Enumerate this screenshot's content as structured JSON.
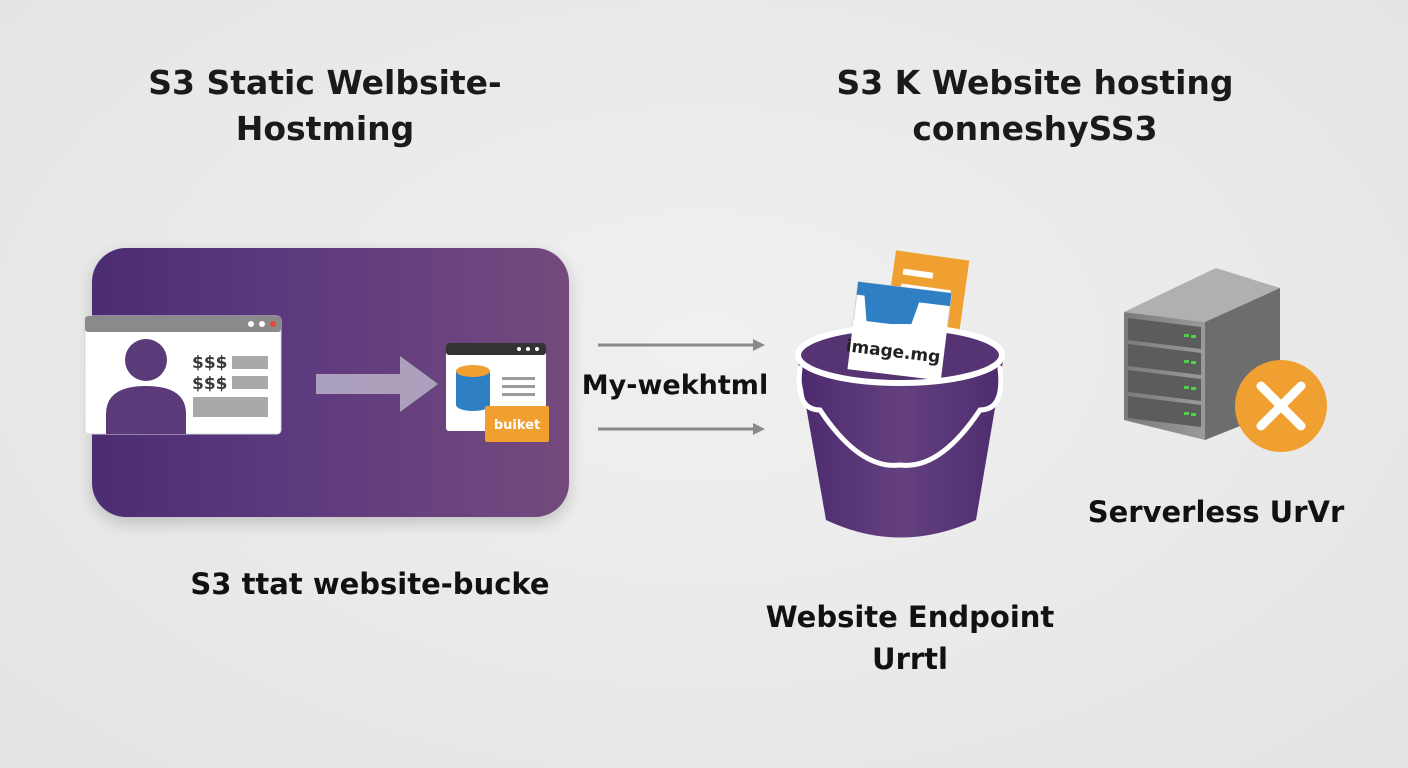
{
  "titles": {
    "left": "S3 Static Welbsite-\nHostming",
    "right": "S3 K Website hosting\nconneshySS3"
  },
  "panel": {
    "profile_symbols": [
      "$$$",
      "$$$"
    ],
    "bucket_chip": "buiket"
  },
  "arrow_label": "My-wekhtml",
  "bucket_file_label": "image.mg",
  "labels": {
    "bucket_caption": "S3 ttat website-bucke",
    "endpoint_caption": "Website Endpoint\nUrrtl",
    "server_caption": "Serverless UrVr"
  },
  "colors": {
    "purple": "#5a3578",
    "orange": "#f0a030",
    "blue": "#2f7fc4",
    "server_gray": "#8c8c8c",
    "led_green": "#4fd04a"
  }
}
